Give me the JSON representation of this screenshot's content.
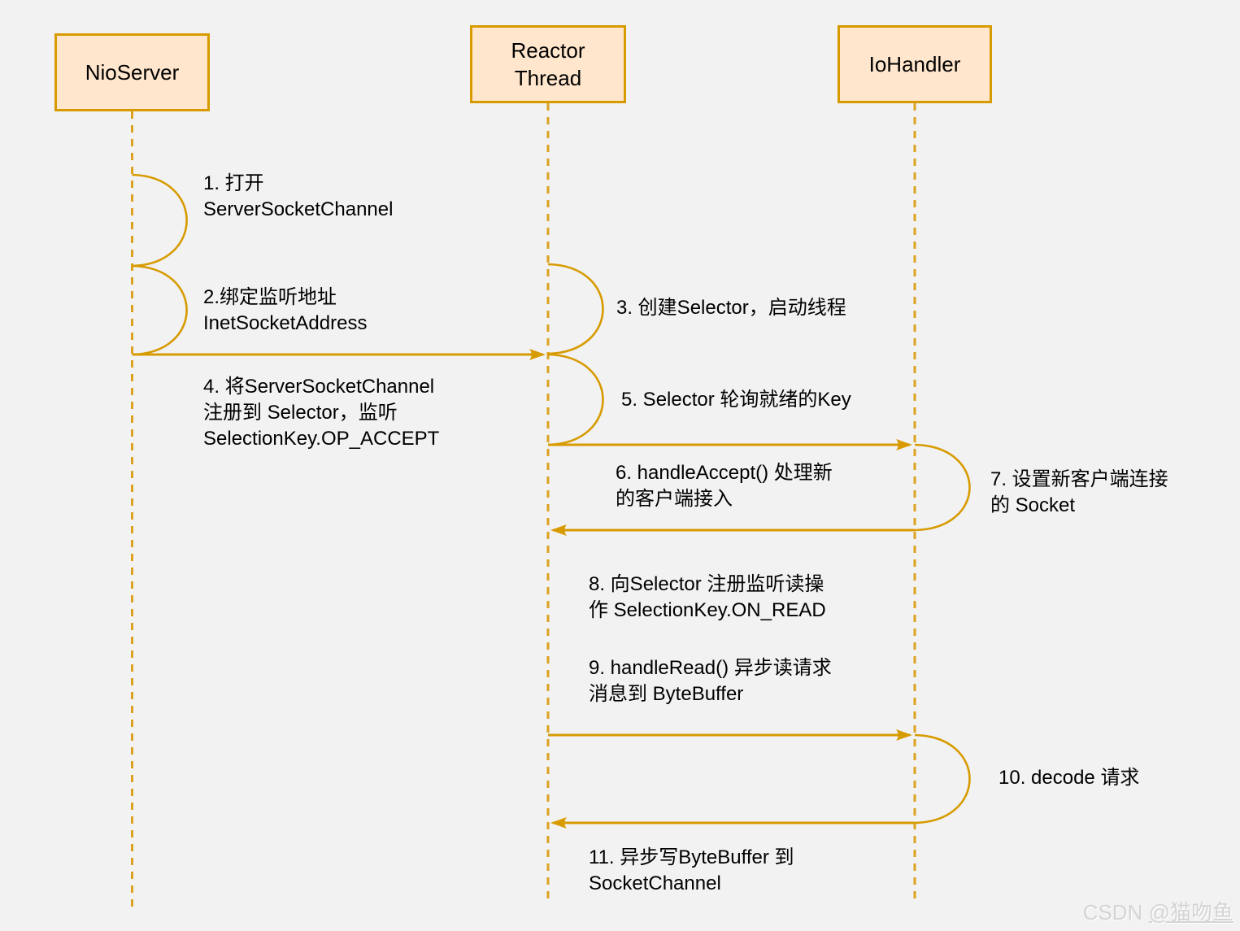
{
  "title": "NIO Reactor sequence diagram",
  "colors": {
    "background": "#F2F2F3",
    "actor_fill": "#FFE6CC",
    "stroke": "#D79B00",
    "text": "#000000",
    "watermark": "#D4D4D4"
  },
  "actors": [
    {
      "id": "nioserver",
      "label": "NioServer"
    },
    {
      "id": "reactor-thread",
      "label": "Reactor\nThread"
    },
    {
      "id": "iohandler",
      "label": "IoHandler"
    }
  ],
  "messages": [
    {
      "num": 1,
      "text": "1. 打开\nServerSocketChannel"
    },
    {
      "num": 2,
      "text": "2.绑定监听地址\nInetSocketAddress"
    },
    {
      "num": 3,
      "text": "3. 创建Selector，启动线程"
    },
    {
      "num": 4,
      "text": "4. 将ServerSocketChannel\n注册到 Selector，监听\nSelectionKey.OP_ACCEPT"
    },
    {
      "num": 5,
      "text": "5. Selector 轮询就绪的Key"
    },
    {
      "num": 6,
      "text": "6. handleAccept() 处理新\n的客户端接入"
    },
    {
      "num": 7,
      "text": "7. 设置新客户端连接\n的 Socket"
    },
    {
      "num": 8,
      "text": "8. 向Selector 注册监听读操\n作 SelectionKey.ON_READ"
    },
    {
      "num": 9,
      "text": "9. handleRead() 异步读请求\n消息到 ByteBuffer"
    },
    {
      "num": 10,
      "text": "10. decode 请求"
    },
    {
      "num": 11,
      "text": "11. 异步写ByteBuffer 到\nSocketChannel"
    }
  ],
  "watermark": {
    "site": "CSDN ",
    "user": "@猫吻鱼"
  }
}
